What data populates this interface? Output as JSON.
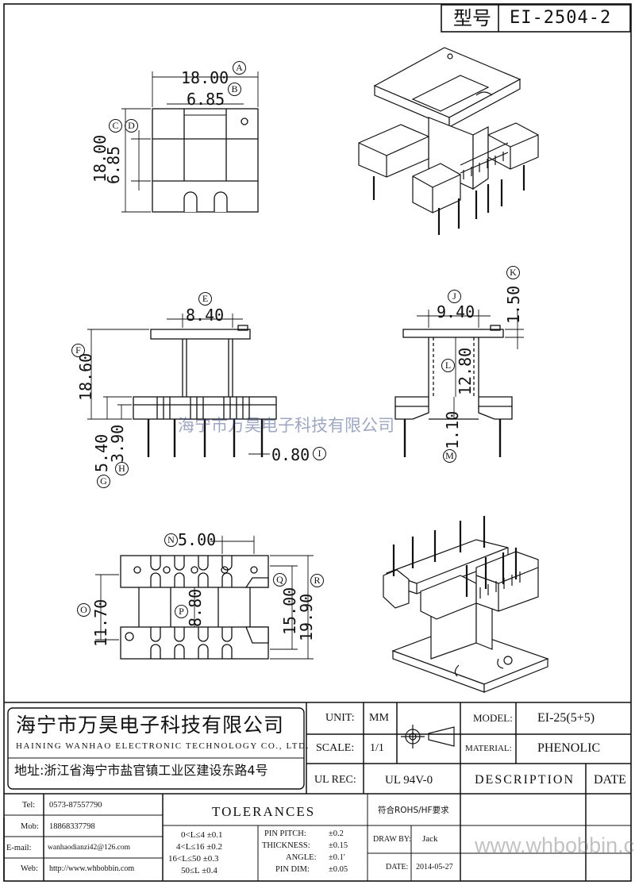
{
  "title_block": {
    "type_label": "型号",
    "type_value": "EI-2504-2"
  },
  "dimensions": {
    "A": "18.00",
    "B": "6.85",
    "C": "18.00",
    "D": "6.85",
    "E": "8.40",
    "F": "18.60",
    "G": "5.40",
    "H": "3.90",
    "I": "0.80",
    "J": "9.40",
    "K": "1.50",
    "L": "12.80",
    "M": "1.10",
    "N": "5.00",
    "O": "11.70",
    "P": "8.80",
    "Q": "15.00",
    "R": "19.90"
  },
  "callouts": [
    "A",
    "B",
    "C",
    "D",
    "E",
    "F",
    "G",
    "H",
    "I",
    "J",
    "K",
    "L",
    "M",
    "N",
    "O",
    "P",
    "Q",
    "R"
  ],
  "watermark": "海宁市万昊电子科技有限公司",
  "company": {
    "name_cn": "海宁市万昊电子科技有限公司",
    "name_en": "HAINING WANHAO ELECTRONIC TECHNOLOGY CO., LTD.",
    "address": "地址:浙江省海宁市盐官镇工业区建设东路4号"
  },
  "info": {
    "unit_label": "UNIT:",
    "unit_value": "MM",
    "scale_label": "SCALE:",
    "scale_value": "1/1",
    "ulrec_label": "UL REC:",
    "ulrec_value": "UL 94V-0",
    "model_label": "MODEL:",
    "model_value": "EI-25(5+5)",
    "material_label": "MATERIAL:",
    "material_value": "PHENOLIC",
    "description_label": "DESCRIPTION",
    "date_label": "DATE",
    "rohs": "符合ROHS/HF要求",
    "drawby_label": "DRAW BY:",
    "drawby_value": "Jack",
    "date2_label": "DATE:",
    "date2_value": "2014-05-27",
    "tolerances_label": "TOLERANCES"
  },
  "contacts": [
    {
      "label": "Tel:",
      "value": "0573-87557790"
    },
    {
      "label": "Mob:",
      "value": "18868337798"
    },
    {
      "label": "E-mail:",
      "value": "wanhaodianzi42@126.com"
    },
    {
      "label": "Web:",
      "value": "http://www.whbobbin.com"
    }
  ],
  "tolerance_rows": [
    "0<L≤4 ±0.1",
    "4<L≤16 ±0.2",
    "16<L≤50 ±0.3",
    "50≤L ±0.4"
  ],
  "pin_tolerances": [
    {
      "label": "PIN PITCH:",
      "value": "±0.2"
    },
    {
      "label": "THICKNESS:",
      "value": "±0.15"
    },
    {
      "label": "ANGLE:",
      "value": "±0.1'"
    },
    {
      "label": "PIN DIM:",
      "value": "±0.05"
    }
  ],
  "footer_watermark": "www.whbobbin.com"
}
